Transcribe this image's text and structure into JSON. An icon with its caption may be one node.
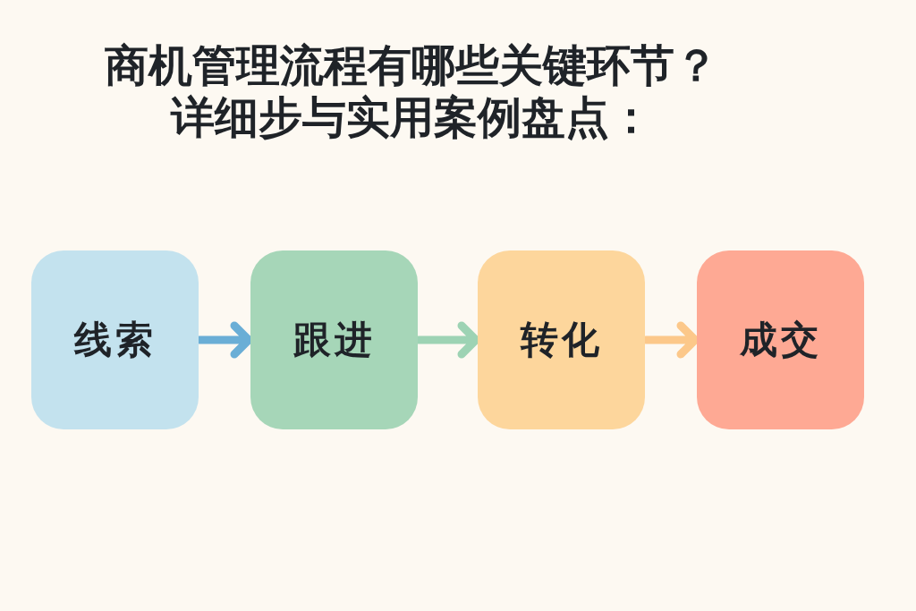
{
  "diagram": {
    "title": "商机管理流程有哪些关键环节？详细步与实用案例盘点：",
    "nodes": [
      {
        "text": [
          "线索"
        ]
      },
      {
        "text": [
          "跟进"
        ]
      },
      {
        "text": [
          "转化"
        ]
      },
      {
        "text": [
          "成交"
        ]
      }
    ],
    "edges": [
      {
        "from": 0,
        "to": 1,
        "arrow": "to",
        "color": "#6aaed6"
      },
      {
        "from": 1,
        "to": 2,
        "arrow": "to",
        "color": "#9dd3b4"
      },
      {
        "from": 2,
        "to": 3,
        "arrow": "to",
        "color": "#fcc88a"
      }
    ]
  }
}
